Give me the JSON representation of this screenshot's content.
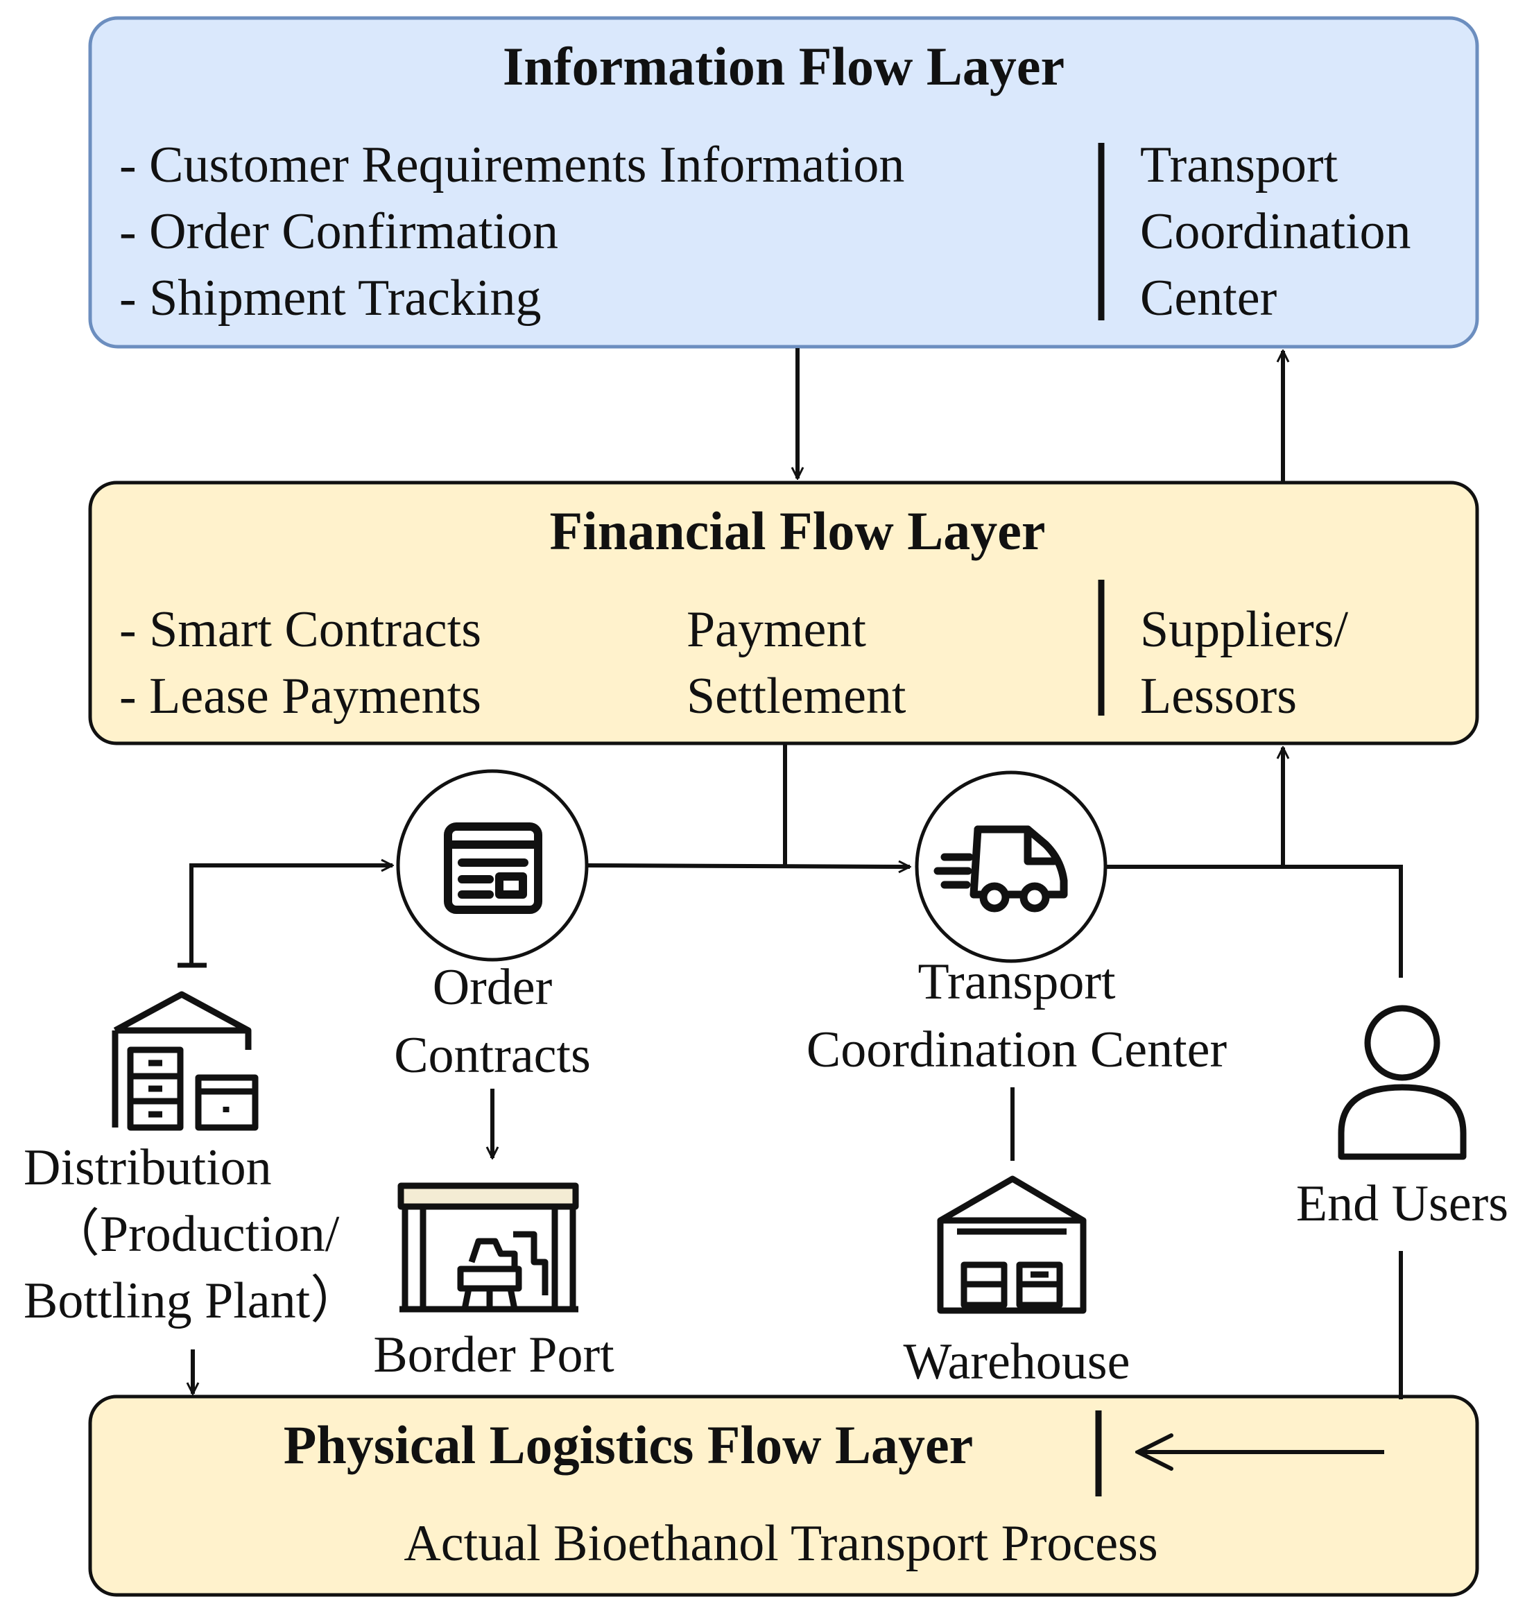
{
  "colors": {
    "info_fill": "#dae8fc",
    "info_stroke": "#6c8ebf",
    "fin_fill": "#fff2cc",
    "phys_fill": "#fff2cc",
    "line": "#111111"
  },
  "information_layer": {
    "title": "Information Flow Layer",
    "items": [
      "- Customer Requirements Information",
      "- Order Confirmation",
      "- Shipment Tracking"
    ],
    "side_lines": [
      "Transport",
      "Coordination",
      "Center"
    ]
  },
  "financial_layer": {
    "title": "Financial Flow Layer",
    "items": [
      "- Smart Contracts",
      "- Lease Payments"
    ],
    "middle_lines": [
      "Payment",
      "Settlement"
    ],
    "side_lines": [
      "Suppliers/",
      "Lessors"
    ]
  },
  "physical_layer": {
    "title": "Physical Logistics Flow Layer",
    "subtitle": "Actual Bioethanol Transport Process"
  },
  "nodes": {
    "order_contracts": {
      "icon": "document-form-icon",
      "lines": [
        "Order",
        "Contracts"
      ]
    },
    "transport_center": {
      "icon": "delivery-truck-icon",
      "lines": [
        "Transport",
        "Coordination Center"
      ]
    },
    "distribution": {
      "icon": "factory-warehouse-icon",
      "lines": [
        "Distribution",
        "（Production/",
        "Bottling Plant）"
      ]
    },
    "border_port": {
      "icon": "border-gate-icon",
      "label": "Border Port"
    },
    "warehouse": {
      "icon": "warehouse-icon",
      "label": "Warehouse"
    },
    "end_users": {
      "icon": "user-icon",
      "label": "End Users"
    }
  }
}
